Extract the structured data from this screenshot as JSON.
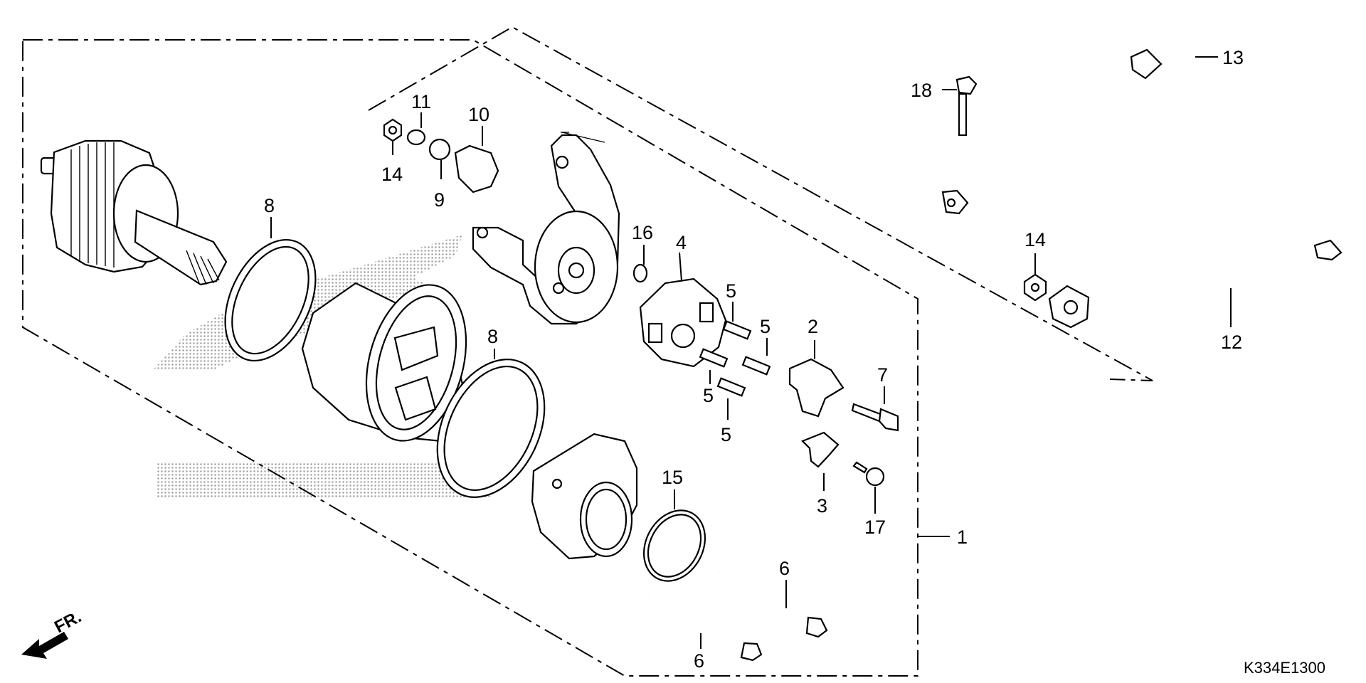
{
  "diagram_code": "K334E1300",
  "direction_label": "FR.",
  "callouts": [
    {
      "id": "c1",
      "text": "1"
    },
    {
      "id": "c2",
      "text": "2"
    },
    {
      "id": "c3",
      "text": "3"
    },
    {
      "id": "c4",
      "text": "4"
    },
    {
      "id": "c5a",
      "text": "5"
    },
    {
      "id": "c5b",
      "text": "5"
    },
    {
      "id": "c5c",
      "text": "5"
    },
    {
      "id": "c5d",
      "text": "5"
    },
    {
      "id": "c6a",
      "text": "6"
    },
    {
      "id": "c6b",
      "text": "6"
    },
    {
      "id": "c7",
      "text": "7"
    },
    {
      "id": "c8a",
      "text": "8"
    },
    {
      "id": "c8b",
      "text": "8"
    },
    {
      "id": "c9",
      "text": "9"
    },
    {
      "id": "c10",
      "text": "10"
    },
    {
      "id": "c11",
      "text": "11"
    },
    {
      "id": "c12",
      "text": "12"
    },
    {
      "id": "c13",
      "text": "13"
    },
    {
      "id": "c14a",
      "text": "14"
    },
    {
      "id": "c14b",
      "text": "14"
    },
    {
      "id": "c15",
      "text": "15"
    },
    {
      "id": "c16",
      "text": "16"
    },
    {
      "id": "c17",
      "text": "17"
    },
    {
      "id": "c18",
      "text": "18"
    }
  ]
}
